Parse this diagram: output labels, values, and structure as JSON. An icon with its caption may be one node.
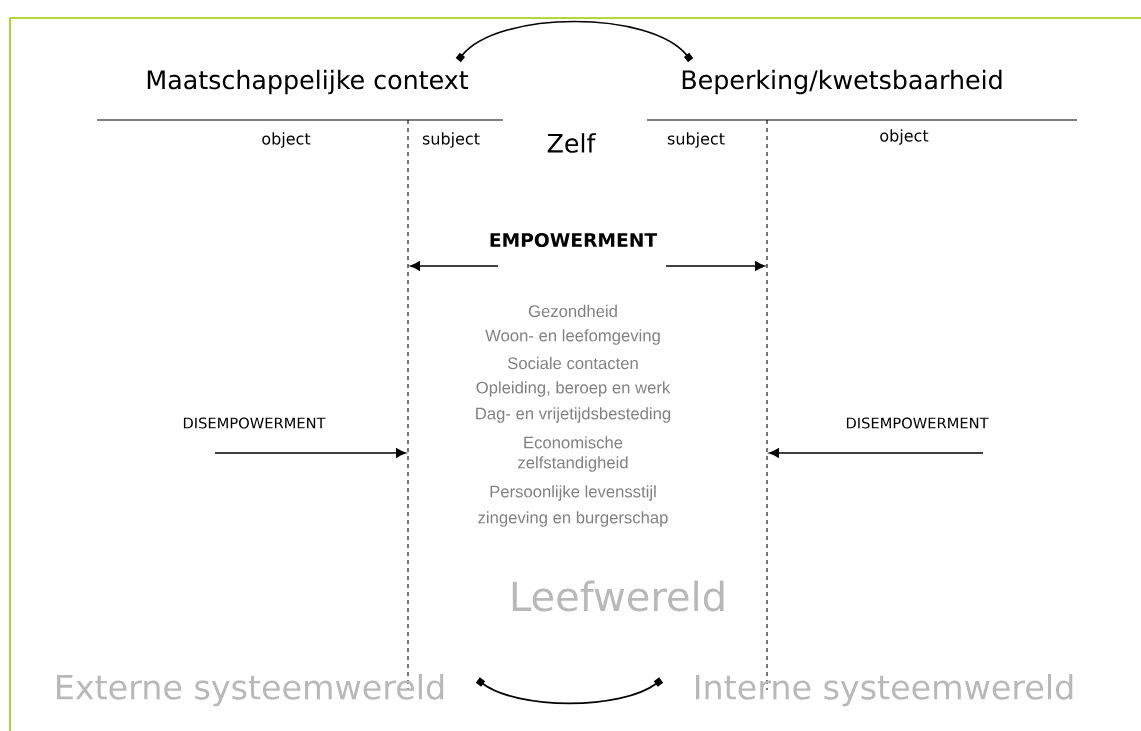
{
  "diagram": {
    "nodes": [
      {
        "text": [
          "Maatschappelijke context"
        ]
      },
      {
        "text": [
          "Beperking/kwetsbaarheid"
        ]
      },
      {
        "text": [
          "Externe systeemwereld"
        ]
      },
      {
        "text": [
          "Interne systeemwereld"
        ]
      }
    ],
    "edges": [
      {
        "from": 0,
        "to": 1,
        "arrow": "other"
      },
      {
        "from": 2,
        "to": 3,
        "arrow": "other"
      }
    ],
    "labels": [
      "object",
      "subject",
      "Zelf",
      "subject",
      "object",
      "EMPOWERMENT",
      "Gezondheid",
      "Woon- en leefomgeving",
      "Sociale contacten",
      "Opleiding, beroep en werk",
      "Dag- en vrijetijdsbesteding",
      "DISEMPOWERMENT",
      "DISEMPOWERMENT",
      "Economische zelfstandigheid",
      "Persoonlijke levensstijl",
      "zingeving en burgerschap",
      "Leefwereld"
    ]
  }
}
